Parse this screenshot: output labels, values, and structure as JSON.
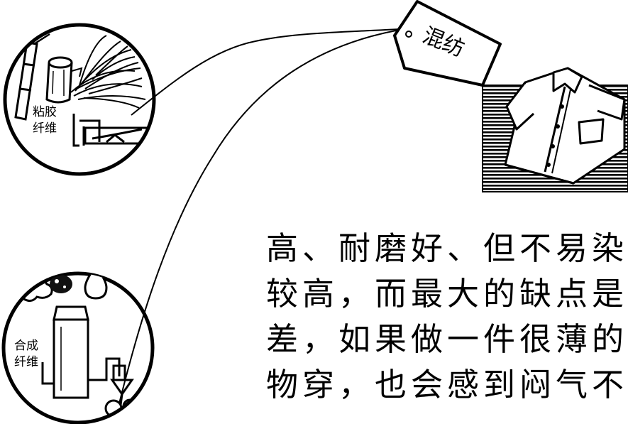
{
  "illustration": {
    "top_circle_labels": [
      "粘胶",
      "纤维"
    ],
    "bottom_circle_labels": [
      "合成",
      "纤维"
    ],
    "tag_label": "混纺"
  },
  "body_text": {
    "lines": [
      "高、耐磨好、但不易染色、",
      "较高，而最大的缺点是吸",
      "差，如果做一件很薄的纯",
      "物穿，也会感到闷气不舒服"
    ]
  }
}
